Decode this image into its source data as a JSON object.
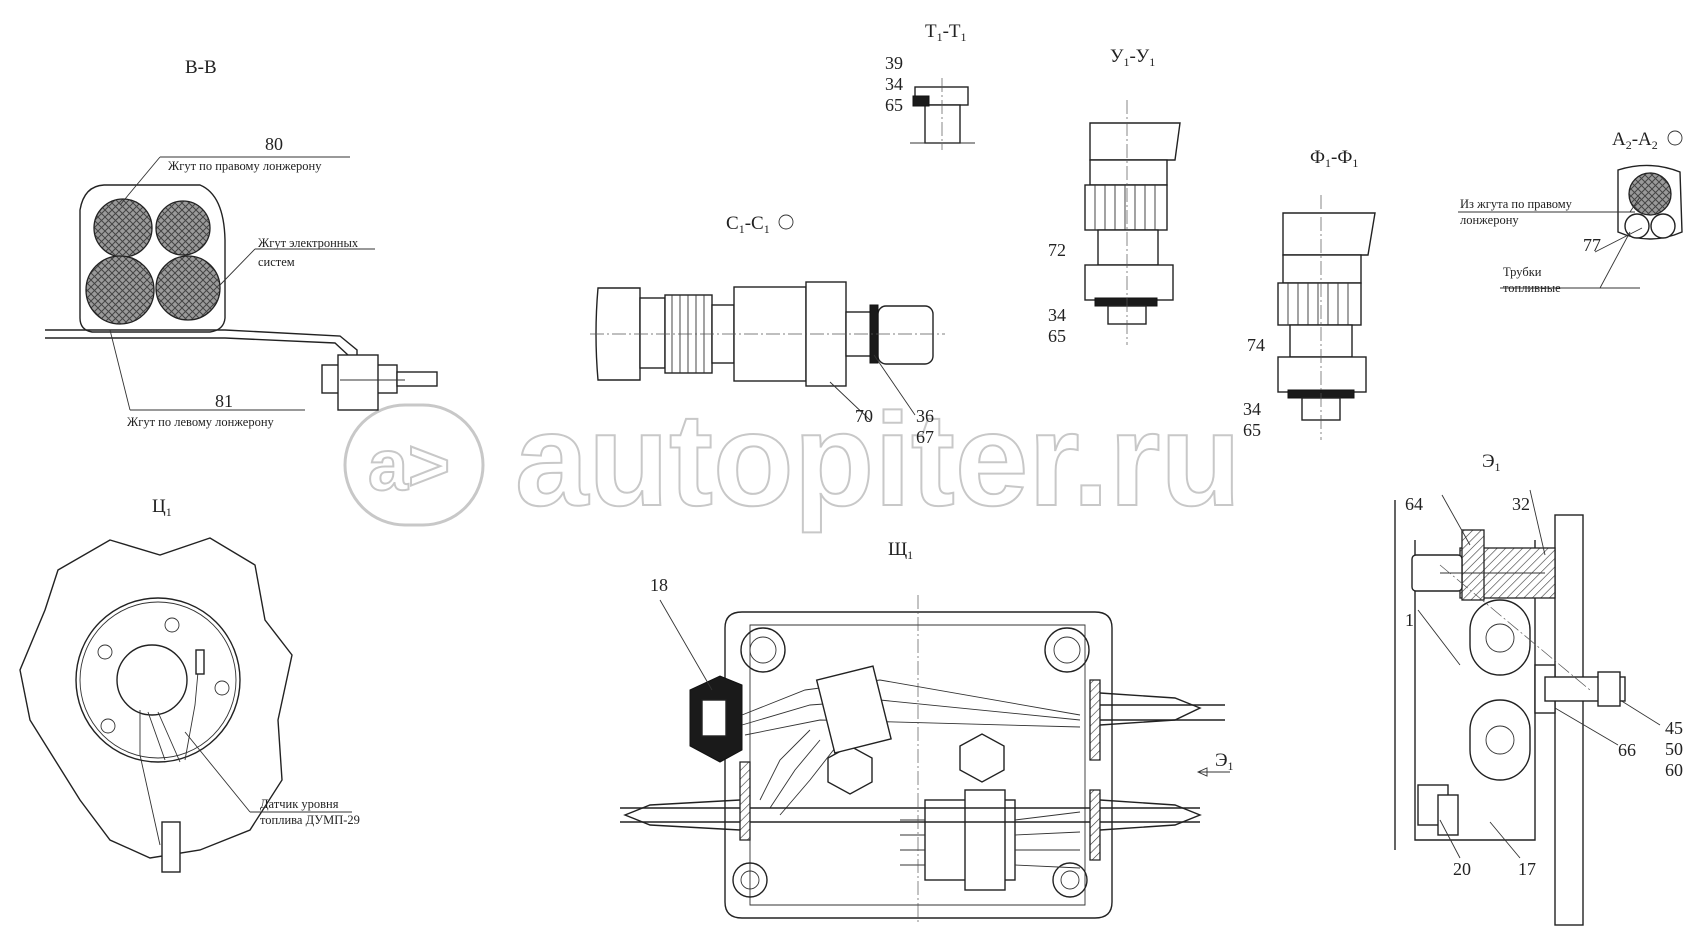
{
  "watermark": "autopiter.ru",
  "views": {
    "bb": "В-В",
    "tt_a": "Т",
    "tt_b": "-Т",
    "uu_a": "У",
    "uu_b": "-У",
    "cc_a": "С",
    "cc_b": "-С",
    "ff_a": "Ф",
    "ff_b": "-Ф",
    "aa_a": "А",
    "aa_b": "-А",
    "e": "Э",
    "ts": "Ц",
    "sch": "Щ",
    "sub": "1",
    "sub2": "2"
  },
  "notes": {
    "right_spar": "Жгут по правому лонжерону",
    "electronic_1": "Жгут электронных",
    "electronic_2": "систем",
    "left_spar": "Жгут по левому лонжерону",
    "from_right_1": "Из жгута по правому",
    "from_right_2": "лонжерону",
    "tubes_1": "Трубки",
    "tubes_2": "топливные",
    "sensor_1": "Датчик уровня",
    "sensor_2": "топлива ДУМП-29"
  },
  "numbers": {
    "n80": "80",
    "n81": "81",
    "n39": "39",
    "n34": "34",
    "n65": "65",
    "n72": "72",
    "n74": "74",
    "n70": "70",
    "n36": "36",
    "n67": "67",
    "n77": "77",
    "n64": "64",
    "n32": "32",
    "n1": "1",
    "n45": "45",
    "n50": "50",
    "n60": "60",
    "n66": "66",
    "n20": "20",
    "n17": "17",
    "n18": "18"
  }
}
